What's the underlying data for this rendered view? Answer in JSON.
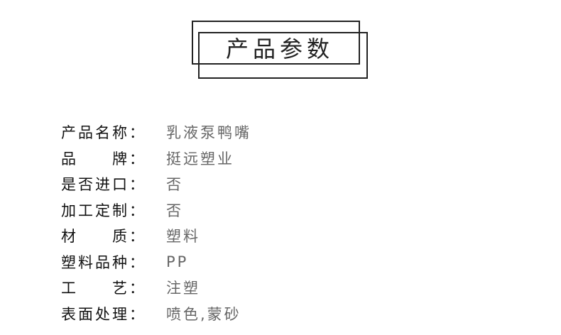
{
  "title": "产品参数",
  "params": [
    {
      "label": "产品名称：",
      "value": "乳液泵鸭嘴"
    },
    {
      "label": "品　　牌：",
      "value": "挺远塑业"
    },
    {
      "label": "是否进口：",
      "value": "否"
    },
    {
      "label": "加工定制：",
      "value": "否"
    },
    {
      "label": "材　　质：",
      "value": "塑料"
    },
    {
      "label": "塑料品种：",
      "value": "PP"
    },
    {
      "label": "工　　艺：",
      "value": "注塑"
    },
    {
      "label": "表面处理：",
      "value": "喷色,蒙砂"
    }
  ]
}
